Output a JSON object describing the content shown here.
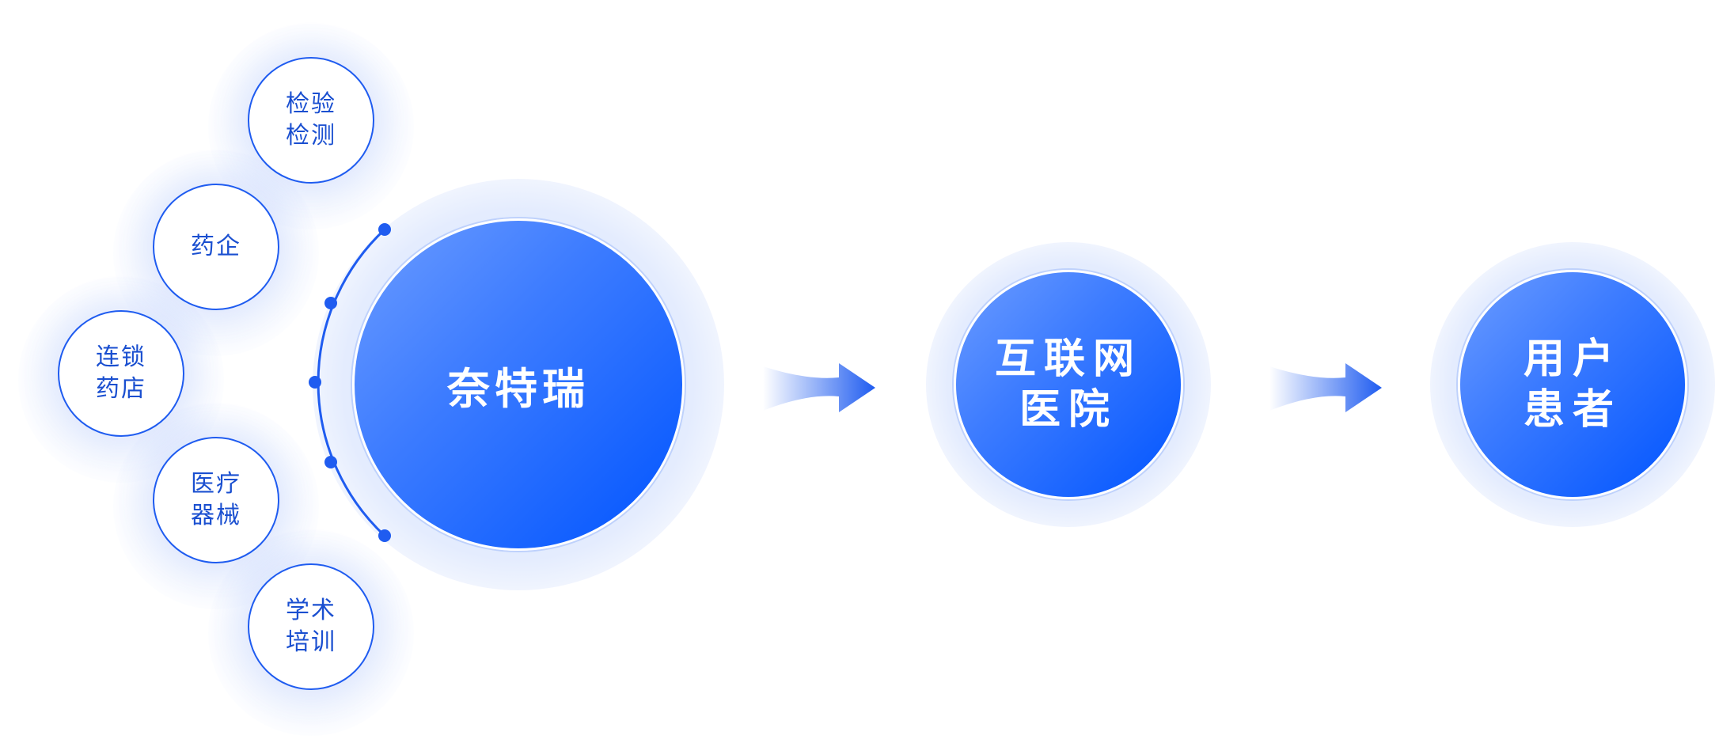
{
  "diagram": {
    "main_node": {
      "label": "奈特瑞"
    },
    "partners": [
      {
        "line1": "检验",
        "line2": "检测"
      },
      {
        "line1": "药企",
        "line2": ""
      },
      {
        "line1": "连锁",
        "line2": "药店"
      },
      {
        "line1": "医疗",
        "line2": "器械"
      },
      {
        "line1": "学术",
        "line2": "培训"
      }
    ],
    "hospital_node": {
      "line1": "互联网",
      "line2": "医院"
    },
    "user_node": {
      "line1": "用户",
      "line2": "患者"
    },
    "colors": {
      "primary": "#0054ff",
      "primary_light": "#6c9cff",
      "outline": "#1f5cf0",
      "text_blue": "#1a4fd0"
    }
  }
}
